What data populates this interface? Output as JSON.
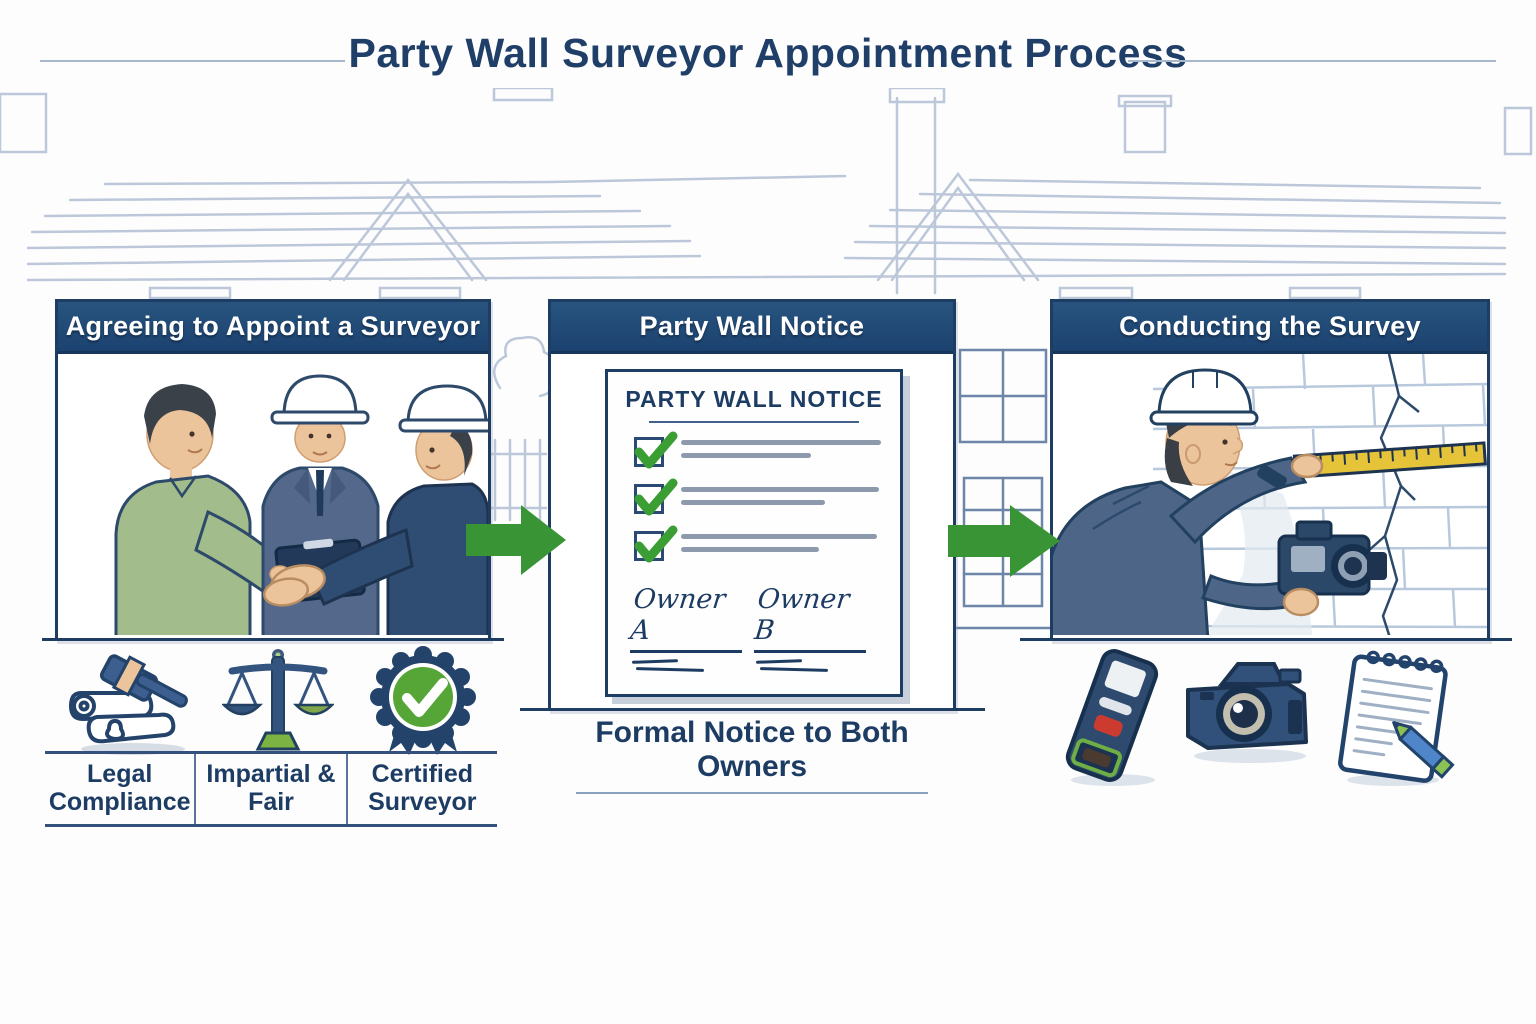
{
  "title": "Party Wall Surveyor Appointment Process",
  "panels": [
    {
      "header": "Agreeing to Appoint a Surveyor",
      "scene": "three men agreeing: owner in green shirt shaking hands with builder in navy shirt while surveyor in blue suit and white hard hat holds a clipboard"
    },
    {
      "header": "Party Wall Notice",
      "scene": "party wall notice document with three ticked checkboxes and two signatures"
    },
    {
      "header": "Conducting the Survey",
      "scene": "surveyor in white hard hat measuring a cracked brick wall with a yellow ruler while holding a camera"
    }
  ],
  "document": {
    "title": "PARTY WALL NOTICE",
    "items_checked": 3,
    "signature_a": "Owner A",
    "signature_b": "Owner B"
  },
  "caption": "Formal Notice to Both Owners",
  "badges": [
    {
      "icon": "scroll-gavel-icon",
      "label": "Legal\nCompliance"
    },
    {
      "icon": "scales-icon",
      "label": "Impartial &\nFair"
    },
    {
      "icon": "certified-badge-icon",
      "label": "Certified\nSurveyor"
    }
  ],
  "tools": [
    {
      "icon": "laser-measure-icon"
    },
    {
      "icon": "camera-icon"
    },
    {
      "icon": "notepad-pen-icon"
    }
  ],
  "colors": {
    "navy_dark": "#1d3c63",
    "header_navy": "#1e4a78",
    "arrow_green": "#389434",
    "check_green": "#3a9e35",
    "badge_green": "#55a636",
    "lineart_blue": "#b9c6d8",
    "ruler_yellow": "#e6c43a"
  }
}
